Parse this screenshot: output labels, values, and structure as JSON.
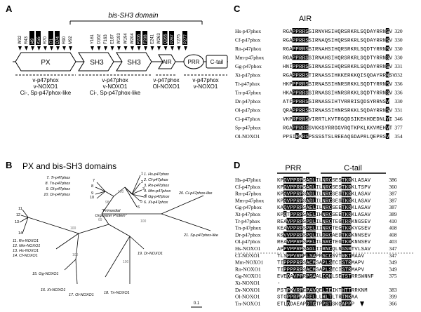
{
  "panels": {
    "a": "A",
    "b": "B",
    "c": "C",
    "d": "D"
  },
  "panelA": {
    "bis_sh3_title": "bis-SH3 domain",
    "domains": [
      "PX",
      "SH3",
      "SH3",
      "AIR",
      "PRR",
      "C-tail"
    ],
    "top_residues_left": [
      "W32",
      "R43",
      "I49",
      "K55",
      "R70",
      "I71",
      "D74",
      "R90",
      "M92"
    ],
    "top_residues_left_boxed": [
      0,
      0,
      1,
      1,
      0,
      1,
      1,
      0,
      0
    ],
    "top_residues_right": [
      "Y161",
      "D162",
      "F163",
      "E167",
      "W193",
      "W194",
      "W204",
      "P206",
      "F208",
      "E241",
      "W263",
      "Q265",
      "P267",
      "Y275",
      "P277"
    ],
    "top_residues_right_boxed": [
      0,
      0,
      0,
      0,
      0,
      0,
      0,
      1,
      1,
      0,
      0,
      1,
      1,
      0,
      1
    ],
    "labels_px": [
      "v-p47phox",
      "v-NOXO1",
      "Ci-, Sp-p47phox-like"
    ],
    "labels_sh3": [
      "v-p47phox",
      "v-NOXO1",
      "Ci-, Sp-p47phox-like"
    ],
    "labels_air": [
      "v-p47phox",
      "Ol-NOXO1"
    ],
    "labels_tail": [
      "v-p47phox",
      "v-NOXO1"
    ]
  },
  "panelB": {
    "title": "PX and bis-SH3 domains",
    "center_label": "\"Primordial Organizer Protein\"",
    "scale": "0.1",
    "leaves_top_right": [
      "1. Hs-p47phox",
      "2. Cf-p47phox",
      "3. Rn-p47phox",
      "4. Mm-p47phox",
      "5. Gg-p47phox",
      "6. Xt-p47phox"
    ],
    "leaves_top_left": [
      "7. Tr-p47phox",
      "8. Tn-p47phox",
      "9. Ol-p47phox",
      "10. Dr-p47phox"
    ],
    "leaves_left": [
      "11. Rn-NOXO1",
      "12. Mm-NOXO1",
      "13. Hs-NOXO1",
      "14. Cf-NOXO1"
    ],
    "leaf_15": "15. Gg-NOXO1",
    "leaf_16": "16. Xt-NOXO1",
    "leaf_17": "17. Ol-NOXO1",
    "leaf_18": "18. Tn-NOXO1",
    "leaf_19": "19. Dr-NOXO1",
    "leaf_20": "20. Ci-p47phox-like",
    "leaf_21": "21. Sp-p47phox-like",
    "node_numbers": [
      "11",
      "12",
      "13",
      "14",
      "10",
      "7",
      "8",
      "9",
      "1",
      "2",
      "3",
      "4",
      "5",
      "6"
    ]
  },
  "panelC": {
    "title": "AIR",
    "rows": [
      {
        "name": "Hs-p47phox",
        "seq": "RGAPPRRSSIRNVHSIHQRSRKRLSQDAYRRNSV",
        "num": "320"
      },
      {
        "name": "Cf-p47phox",
        "seq": "RGAPPRRSSIRNAQSIHQRSRKRLSQDAYRRNSV",
        "num": "330"
      },
      {
        "name": "Rn-p47phox",
        "seq": "RGAPPRRSSIRNAHSIHQRSRKRLSQDTYRRNSV",
        "num": "330"
      },
      {
        "name": "Mm-p47phox",
        "seq": "RGAPPRRSSIRNAHSIHQRSRKRLSQDTYRRNSV",
        "num": "330"
      },
      {
        "name": "Gg-p47phox",
        "seq": "HNIPPRRSSIRNASSIHQRSRKRLSQDAYRRNSV",
        "num": "331"
      },
      {
        "name": "Xt-p47phox",
        "seq": "RGAPPRRSTIRNASSIHKKERKKQISQDAYRRNSV",
        "num": "332"
      },
      {
        "name": "Tr-p47phox",
        "seq": "HKPPPRRSSIRNASSIHNRSRKKLSQDTYRRNSV",
        "num": "336"
      },
      {
        "name": "Tn-p47phox",
        "seq": "HKAPPRRSSIRNASSIHNRSRKKLSQDTYRRNSV",
        "num": "336"
      },
      {
        "name": "Dr-p47phox",
        "seq": "ATFPPRRSSIRNASSIHTVRRRISQDSYRRNSV",
        "num": "330"
      },
      {
        "name": "Ol-p47phox",
        "seq": "QRAPPRRSSIRNASSIHNRSRKKLSQDAYRRNSV",
        "num": "331"
      },
      {
        "name": "Ci-p47phox",
        "seq": "VKPRPRRSVIRRTLKVTRGQDSIKEKHDEDNLYI",
        "num": "346"
      },
      {
        "name": "Sp-p47phox",
        "seq": "RGAPPRRSSVKKSYRRGGVRQTKPKLKKVMEHVT",
        "num": "377"
      },
      {
        "name": "Ol-NOXO1",
        "seq": "PPSIRKRSPSSSSTSLREEAQGDAPRLQEPRSV",
        "num": "354"
      }
    ]
  },
  "panelD": {
    "prr_label": "PRR",
    "ctail_label": "C-tail",
    "rows": [
      {
        "name": "Hs-p47phox",
        "seq": "KPQVPPRPSADLILNRCSESTKRKLASAV",
        "num": "386"
      },
      {
        "name": "Cf-p47phox",
        "seq": "KPQVPPRPSADLILNRCSESTKRKLTSPV",
        "num": "360"
      },
      {
        "name": "Rn-p47phox",
        "seq": "KPQVPPRPSADLILNRCSESTKRKLASAV",
        "num": "387"
      },
      {
        "name": "Mm-p47phox",
        "seq": "KPQVPPRPSADLILNRCSESTKRKLASAV",
        "num": "387"
      },
      {
        "name": "Gg-p47phox",
        "seq": "KAQVPPRPSAELILNRCSEETKRKLASAV",
        "num": "387"
      },
      {
        "name": "Xt-p47phox",
        "seq": "KPQTPPRPSAELIHNRCSEETKRKLASAV",
        "num": "389"
      },
      {
        "name": "Tr-p47phox",
        "seq": "REAVPPRPSPDLILNRCTEGTRRKNGSEV",
        "num": "410"
      },
      {
        "name": "Tn-p47phox",
        "seq": "KEAVPPRPSPELIINRCTEGTKRKVGSEV",
        "num": "408"
      },
      {
        "name": "Dr-p47phox",
        "seq": "KSVVPPRPSPQLILDRCAEDTKRKNNSEV",
        "num": "408"
      },
      {
        "name": "Ol-p47phox",
        "seq": "REAVPPRPSPELILSRCTEGTKRKNNSEV",
        "num": "403"
      },
      {
        "name": "Hs-NOXO1",
        "seq": "APPVPPRPSAGLIIRNCQLNGSRTVLSAV",
        "num": "347"
      },
      {
        "name": "Cf-NOXO1",
        "seq": "TLSPPVRPPLSAPRSCCSVTRKTMAAV",
        "num": "347"
      },
      {
        "name": "Mm-NOXO1",
        "seq": "TIPPPPRPSACMSAPLSECISTRMAPV",
        "num": "349"
      },
      {
        "name": "Rn-NOXO1",
        "seq": "TIPPPPRPSACMSAPLSECISTRMAPV",
        "num": "349"
      },
      {
        "name": "Gg-NOXO1",
        "seq": "EVEQAVPPRPSAALIQHLSETSTRRSWNNF",
        "num": "375"
      },
      {
        "name": "Xt-NOXO1",
        "seq": "-",
        "num": ""
      },
      {
        "name": "Dr-NOXO1",
        "seq": "PSTPKVRPEPAVQELIEIKTHTTRRKNM",
        "num": "383"
      },
      {
        "name": "Ol-NOXO1",
        "seq": "STGPPRPKAEELLLHLTLTRTMKAA",
        "num": "399"
      },
      {
        "name": "Tn-NOXO1",
        "seq": "ETLQDAEAPDTGTPPSTSKQAPPP",
        "num": "366"
      }
    ]
  }
}
